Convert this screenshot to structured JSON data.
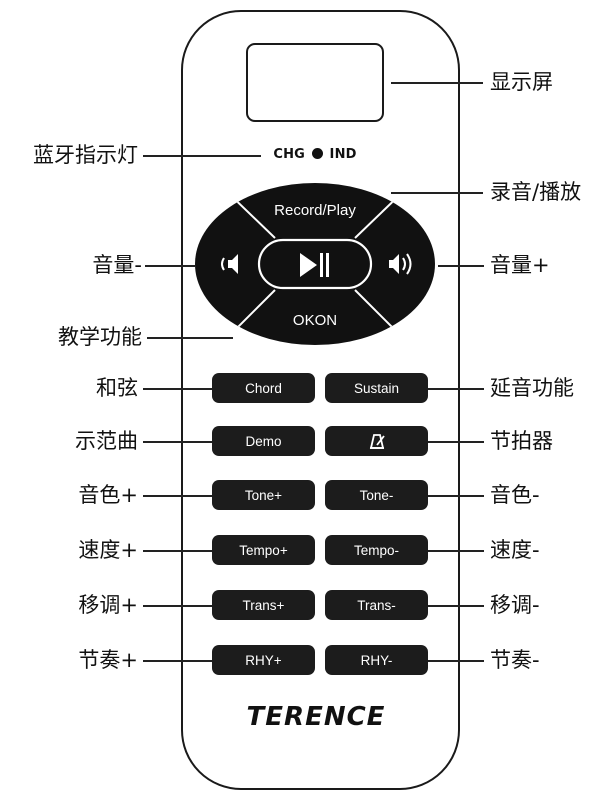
{
  "indicator": {
    "chg": "CHG",
    "ind": "IND"
  },
  "pad": {
    "top": "Record/Play",
    "bottom": "OKON"
  },
  "buttons": {
    "chord": "Chord",
    "sustain": "Sustain",
    "demo": "Demo",
    "tone_plus": "Tone+",
    "tone_minus": "Tone-",
    "tempo_plus": "Tempo+",
    "tempo_minus": "Tempo-",
    "trans_plus": "Trans+",
    "trans_minus": "Trans-",
    "rhy_plus": "RHY+",
    "rhy_minus": "RHY-"
  },
  "brand": "TERENCE",
  "callouts": {
    "display": "显示屏",
    "bluetooth": "蓝牙指示灯",
    "record_play": "录音/播放",
    "vol_down": "音量-",
    "vol_up": "音量+",
    "teaching": "教学功能",
    "chord": "和弦",
    "sustain": "延音功能",
    "demo": "示范曲",
    "metronome": "节拍器",
    "tone_plus": "音色+",
    "tone_minus": "音色-",
    "tempo_plus": "速度+",
    "tempo_minus": "速度-",
    "trans_plus": "移调+",
    "trans_minus": "移调-",
    "rhy_plus": "节奏+",
    "rhy_minus": "节奏-"
  },
  "icons": {
    "play_pause": "play-pause-icon",
    "vol_down": "volume-down-icon",
    "vol_up": "volume-up-icon",
    "metronome": "metronome-icon"
  }
}
